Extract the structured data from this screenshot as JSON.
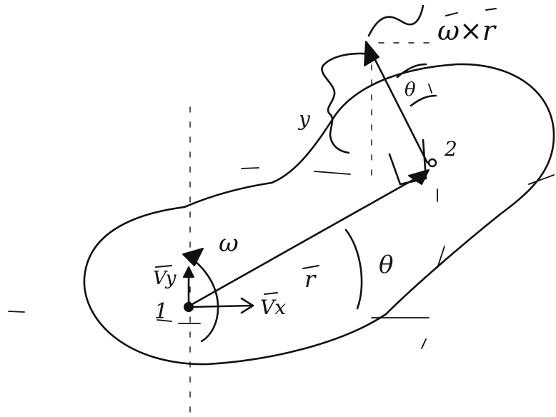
{
  "labels": {
    "point1": "1",
    "point2": "2",
    "omega": "ω",
    "omega_cross_r": "ω×r",
    "r_vector": "r",
    "theta_top": "θ",
    "theta_center": "θ",
    "vy": "Vy",
    "vx": "Vx",
    "y": "y"
  },
  "colors": {
    "ink": "#111111",
    "background": "#ffffff"
  }
}
